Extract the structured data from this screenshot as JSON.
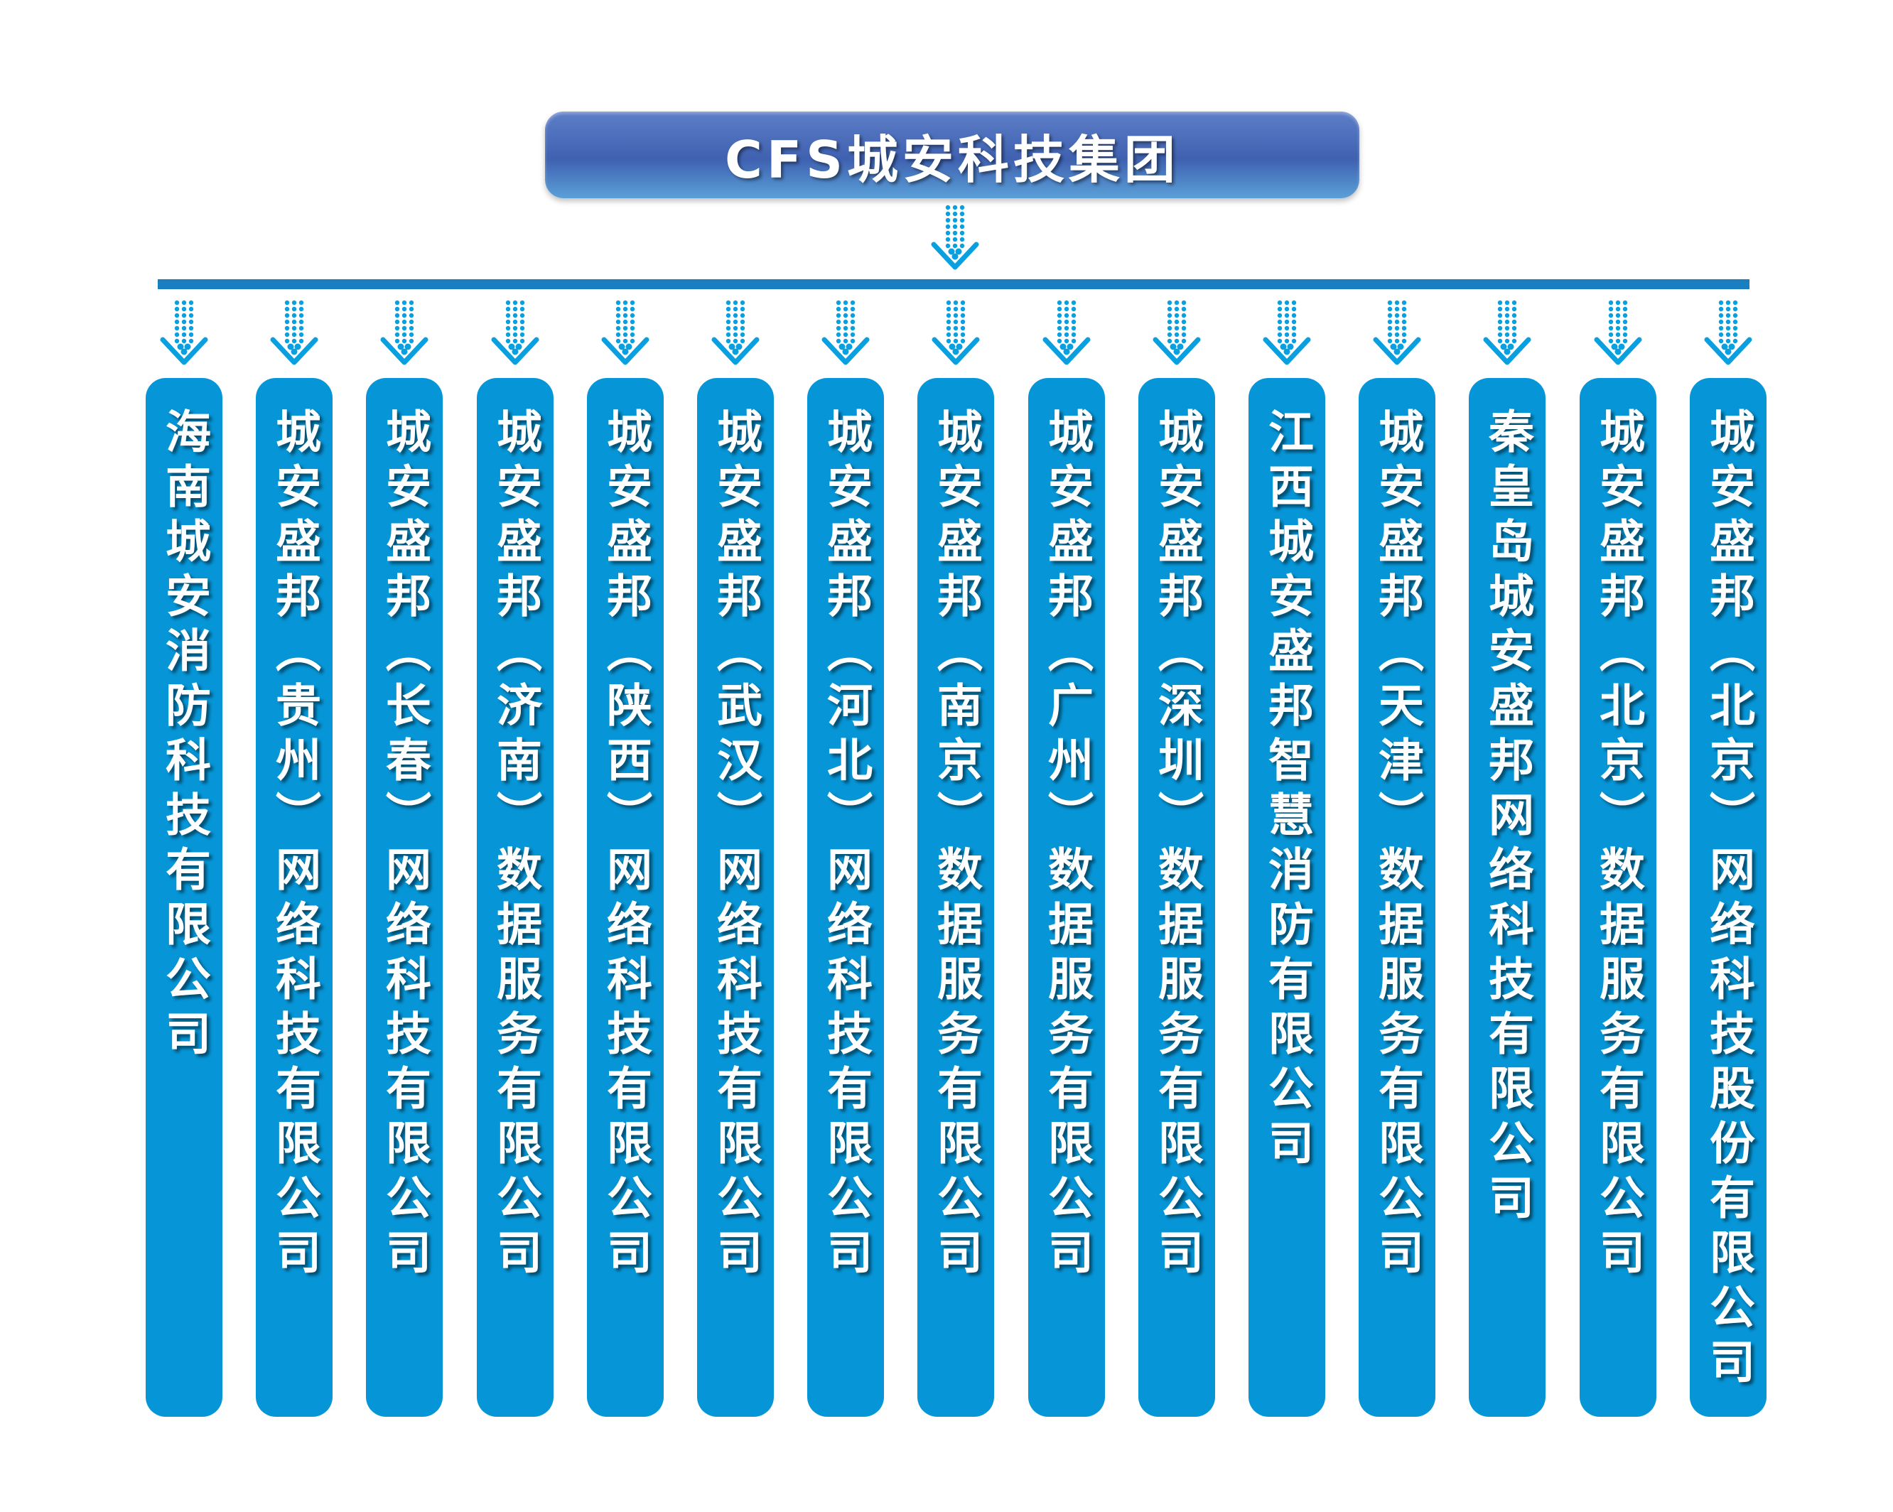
{
  "root": {
    "title": "CFS城安科技集团"
  },
  "companies": [
    "海南城安消防科技有限公司",
    "城安盛邦（贵州）网络科技有限公司",
    "城安盛邦（长春）网络科技有限公司",
    "城安盛邦（济南）数据服务有限公司",
    "城安盛邦（陕西）网络科技有限公司",
    "城安盛邦（武汉）网络科技有限公司",
    "城安盛邦（河北）网络科技有限公司",
    "城安盛邦（南京）数据服务有限公司",
    "城安盛邦（广州）数据服务有限公司",
    "城安盛邦（深圳）数据服务有限公司",
    "江西城安盛邦智慧消防有限公司",
    "城安盛邦（天津）数据服务有限公司",
    "秦皇岛城安盛邦网络科技有限公司",
    "城安盛邦（北京）数据服务有限公司",
    "城安盛邦（北京）网络科技股份有限公司"
  ],
  "colors": {
    "connector": "#1a7fc0",
    "company_box": "#0696d8",
    "arrow": "#0aa0e0",
    "root_box": "#4466b4"
  }
}
